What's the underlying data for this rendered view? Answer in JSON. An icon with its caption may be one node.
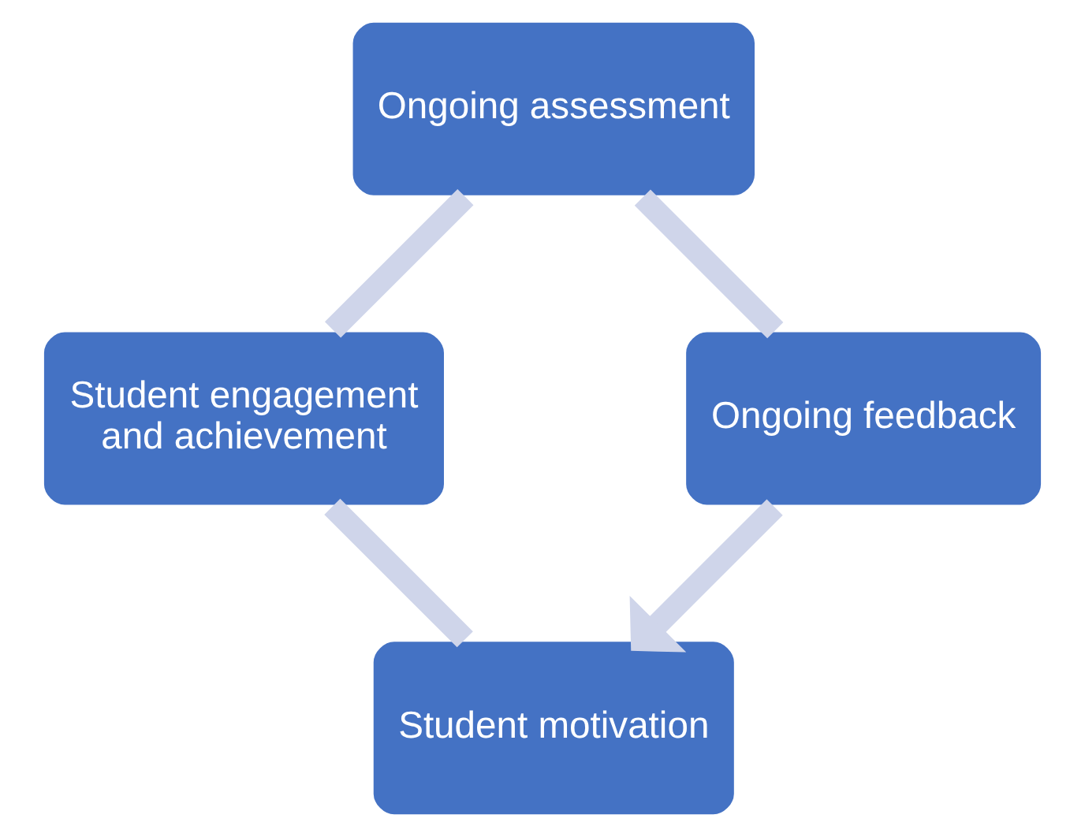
{
  "diagram": {
    "nodes": [
      {
        "text": [
          "Student motivation"
        ]
      },
      {
        "text": [
          "Student engagement and achievement"
        ]
      },
      {
        "text": [
          "Ongoing assessment"
        ]
      },
      {
        "text": [
          "Ongoing feedback"
        ]
      }
    ],
    "edges": [
      {
        "from": 0,
        "to": 1,
        "arrow": "none"
      },
      {
        "from": 1,
        "to": 2,
        "arrow": "none"
      },
      {
        "from": 2,
        "to": 3,
        "arrow": "none"
      },
      {
        "from": 3,
        "to": 0,
        "arrow": "to"
      }
    ]
  }
}
